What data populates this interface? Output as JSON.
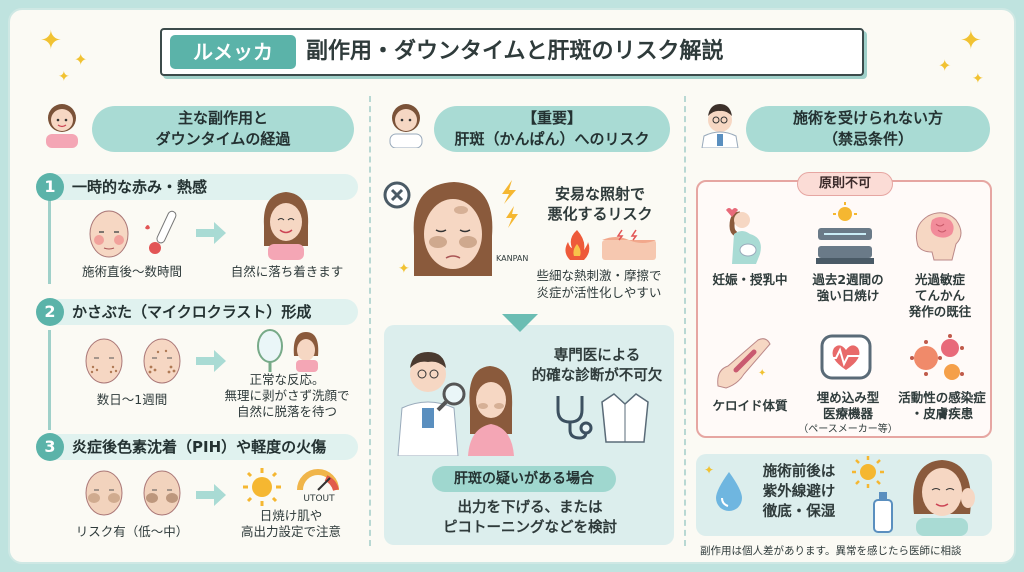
{
  "header": {
    "brand": "ルメッカ",
    "title": "副作用・ダウンタイムと肝斑のリスク解説"
  },
  "left": {
    "heading_line1": "主な副作用と",
    "heading_line2": "ダウンタイムの経過",
    "steps": [
      {
        "num": "1",
        "title": "一時的な赤み・熱感",
        "before": "施術直後〜数時間",
        "after": "自然に落ち着きます"
      },
      {
        "num": "2",
        "title": "かさぶた（マイクロクラスト）形成",
        "before": "数日〜1週間",
        "after_line1": "正常な反応。",
        "after_line2": "無理に剥がさず洗顔で",
        "after_line3": "自然に脱落を待つ"
      },
      {
        "num": "3",
        "title": "炎症後色素沈着（PIH）や軽度の火傷",
        "before": "リスク有（低〜中）",
        "after_line1": "日焼け肌や",
        "after_line2": "高出力設定で注意",
        "gauge_label": "UTOUT"
      }
    ]
  },
  "middle": {
    "heading_line1": "【重要】",
    "heading_line2": "肝斑（かんぱん）へのリスク",
    "risk_line1": "安易な照射で",
    "risk_line2": "悪化するリスク",
    "kanpan_label": "KANPAN",
    "cause_line1": "些細な熱刺激・摩擦で",
    "cause_line2": "炎症が活性化しやすい",
    "doctor_line1": "専門医による",
    "doctor_line2": "的確な診断が不可欠",
    "suspect_pill": "肝斑の疑いがある場合",
    "advice_line1": "出力を下げる、または",
    "advice_line2": "ピコトーニングなどを検討"
  },
  "right": {
    "heading_line1": "施術を受けられない方",
    "heading_line2": "（禁忌条件）",
    "principle": "原則不可",
    "conditions": [
      {
        "line1": "妊娠・授乳中",
        "line2": "",
        "line3": "",
        "icon": "pregnancy-icon"
      },
      {
        "line1": "過去2週間の",
        "line2": "強い日焼け",
        "line3": "",
        "icon": "sunbed-icon"
      },
      {
        "line1": "光過敏症",
        "line2": "てんかん",
        "line3": "発作の既往",
        "icon": "brain-icon"
      },
      {
        "line1": "ケロイド体質",
        "line2": "",
        "line3": "",
        "icon": "keloid-arm-icon"
      },
      {
        "line1": "埋め込み型",
        "line2": "医療機器",
        "line3": "（ペースメーカー等）",
        "icon": "pacemaker-icon"
      },
      {
        "line1": "活動性の感染症",
        "line2": "・皮膚疾患",
        "line3": "",
        "icon": "virus-icon"
      }
    ],
    "uv_line1": "施術前後は",
    "uv_line2": "紫外線避け",
    "uv_line3": "徹底・保湿",
    "footer": "副作用は個人差があります。異常を感じたら医師に相談"
  },
  "colors": {
    "accent": "#5bb3a9",
    "header_pill": "#a9dbd4",
    "warning_border": "#e6a6a2",
    "background": "#bfe3df"
  }
}
